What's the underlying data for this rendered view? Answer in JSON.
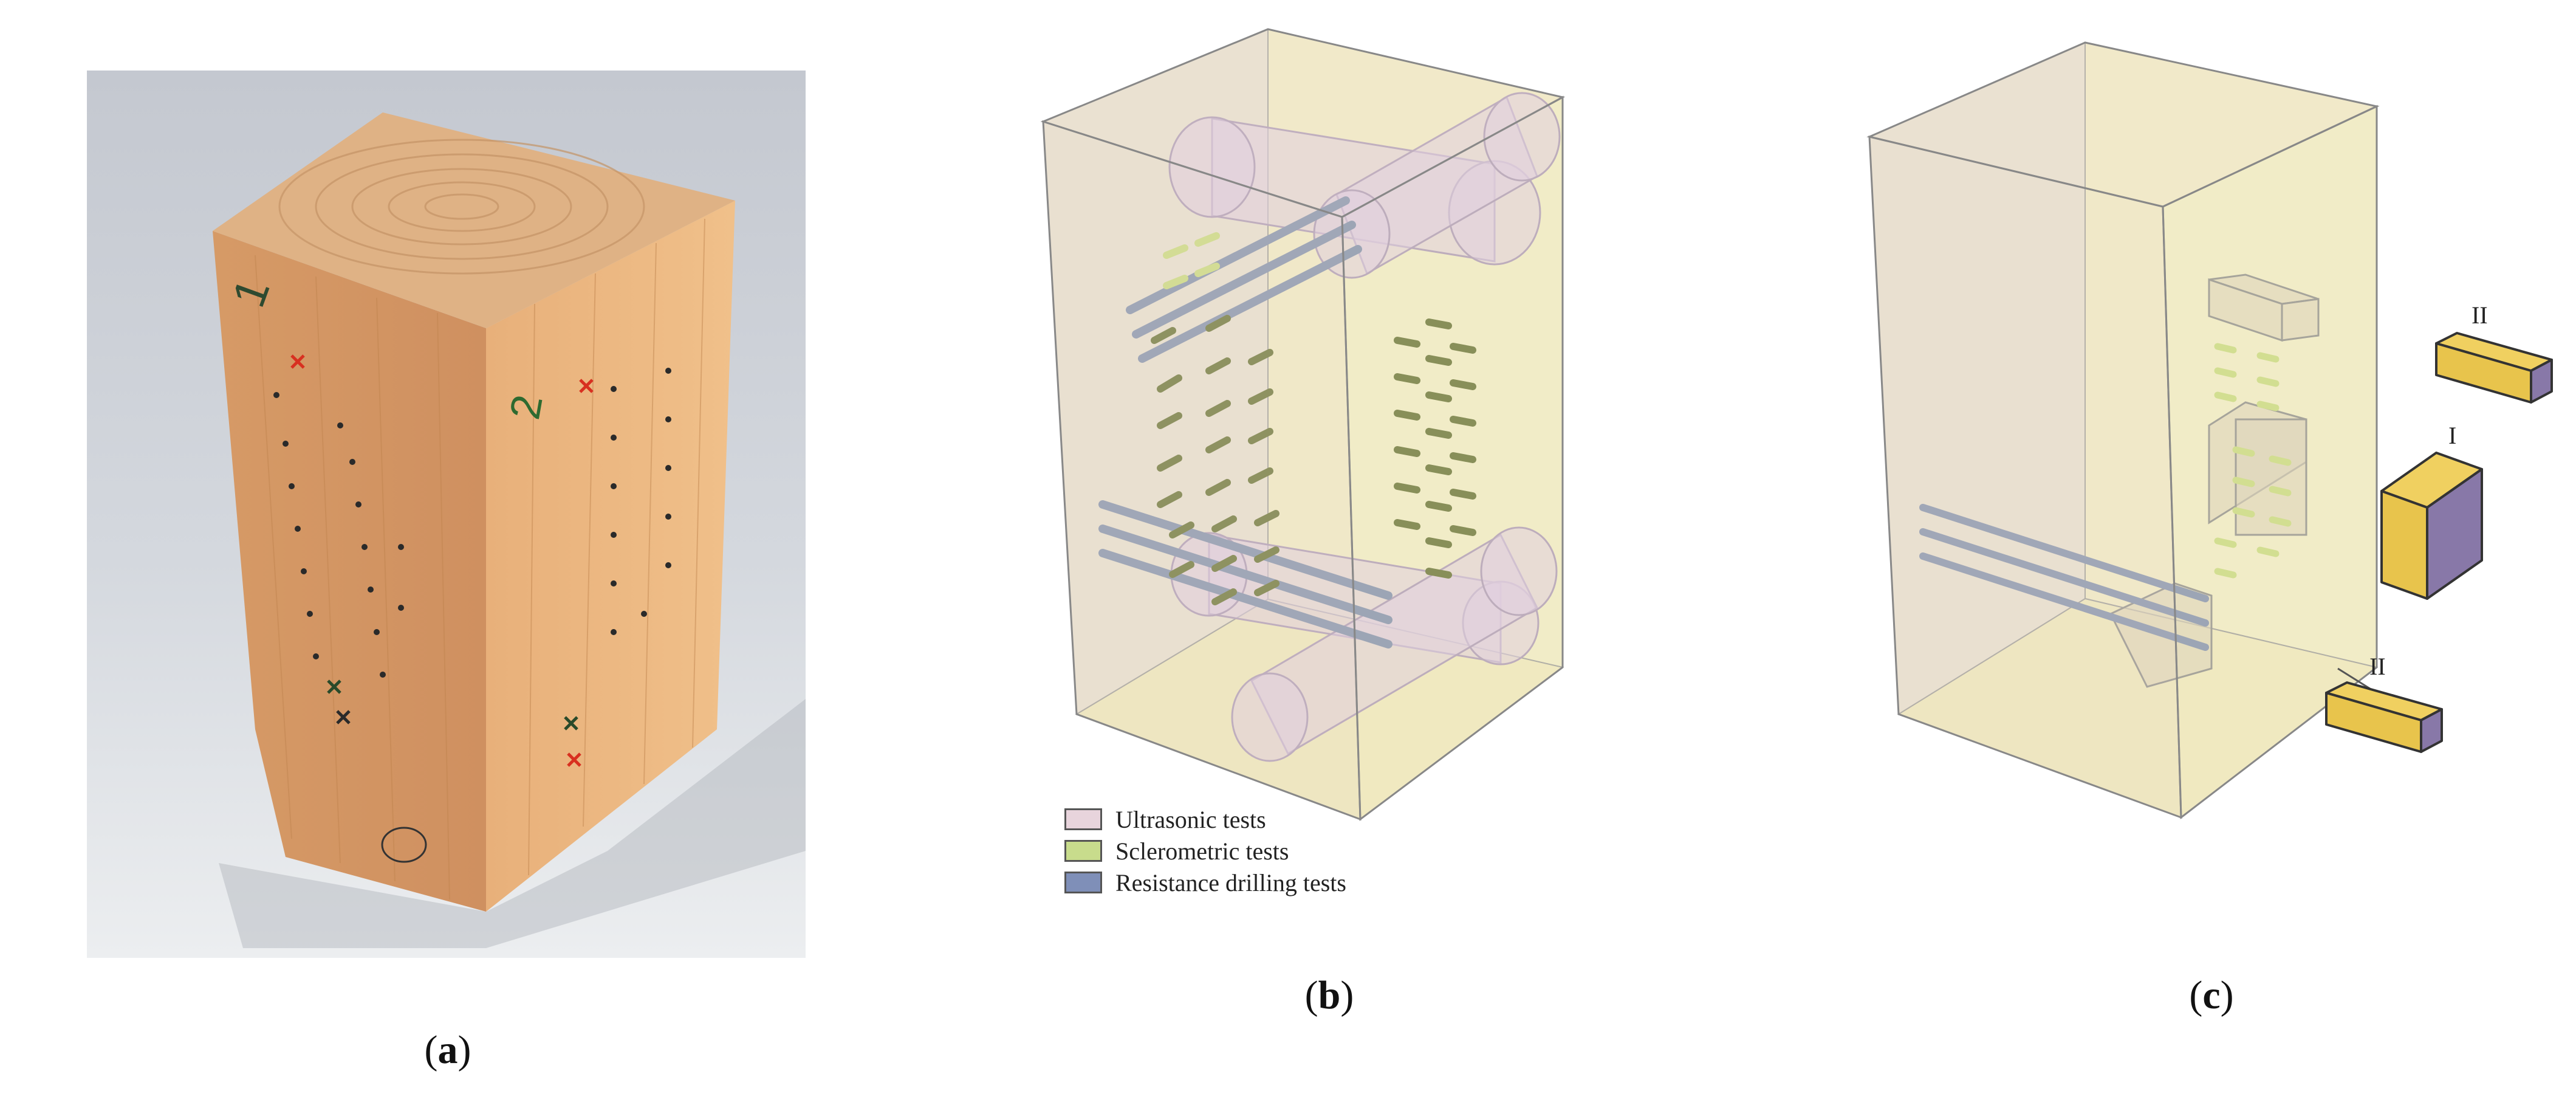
{
  "panels": {
    "a": {
      "caption_letter": "a"
    },
    "b": {
      "caption_letter": "b"
    },
    "c": {
      "caption_letter": "c"
    }
  },
  "photo_marks": {
    "face_1": "1",
    "face_2": "2"
  },
  "legend": [
    {
      "label": "Ultrasonic tests",
      "color": "#e8d4dc"
    },
    {
      "label": "Sclerometric tests",
      "color": "#c8dc8c"
    },
    {
      "label": "Resistance drilling tests",
      "color": "#7f8fb8"
    }
  ],
  "specimen_labels": {
    "top": "II",
    "middle": "I",
    "bottom": "II"
  },
  "colors": {
    "block_face": "#efe8c8",
    "block_side": "#e6dcc4",
    "ultrasonic": "#d8c4e6",
    "sclerometric": "#d6e88a",
    "drilling": "#7f8fb8",
    "specimen_gold": "#e8c44c",
    "specimen_purple": "#8878a8"
  }
}
